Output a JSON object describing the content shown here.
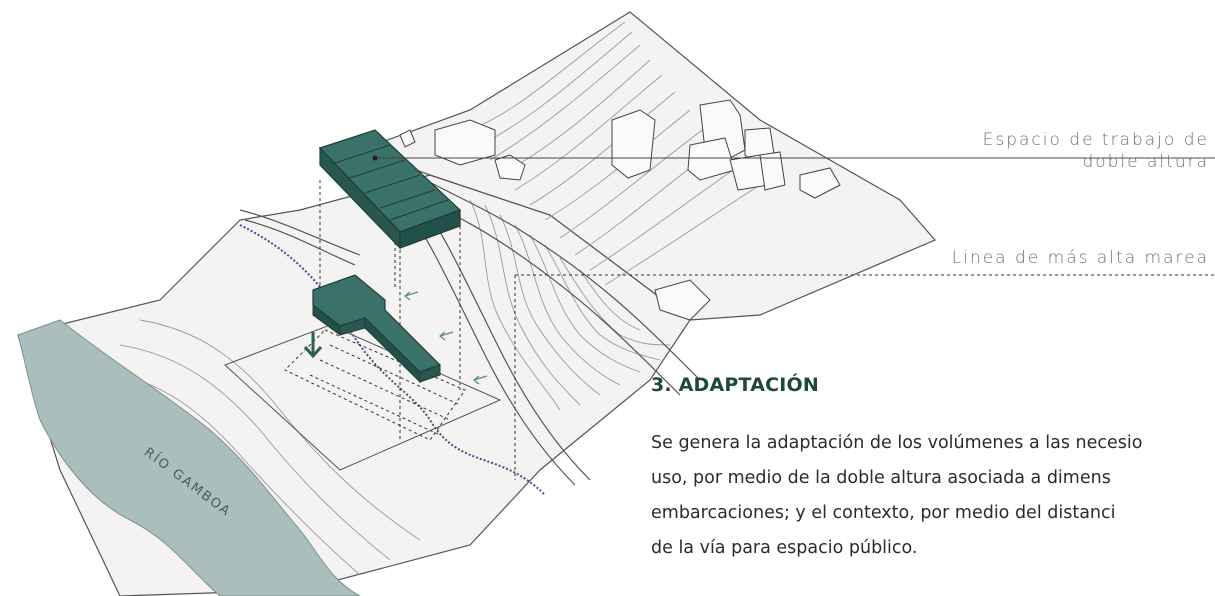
{
  "labels": {
    "callout_1_line1": "Espacio de trabajo de",
    "callout_1_line2": "doble altura",
    "callout_2": "Linea de más alta marea",
    "river": "RÍO GAMBOA"
  },
  "section": {
    "title": "3. ADAPTACIÓN",
    "body_lines": [
      "Se genera la adaptación de los volúmenes a las necesio",
      "uso, por medio de la doble altura asociada a dimens",
      "embarcaciones; y el contexto,  por medio del distanci",
      "de la vía para espacio público."
    ]
  },
  "colors": {
    "volume": "#2e5f58",
    "volume_top": "#3a7168",
    "river": "#a9bebd",
    "terrain_line": "#8a8a8a",
    "tide_line": "#4b4a8c",
    "title": "#1f4742"
  }
}
